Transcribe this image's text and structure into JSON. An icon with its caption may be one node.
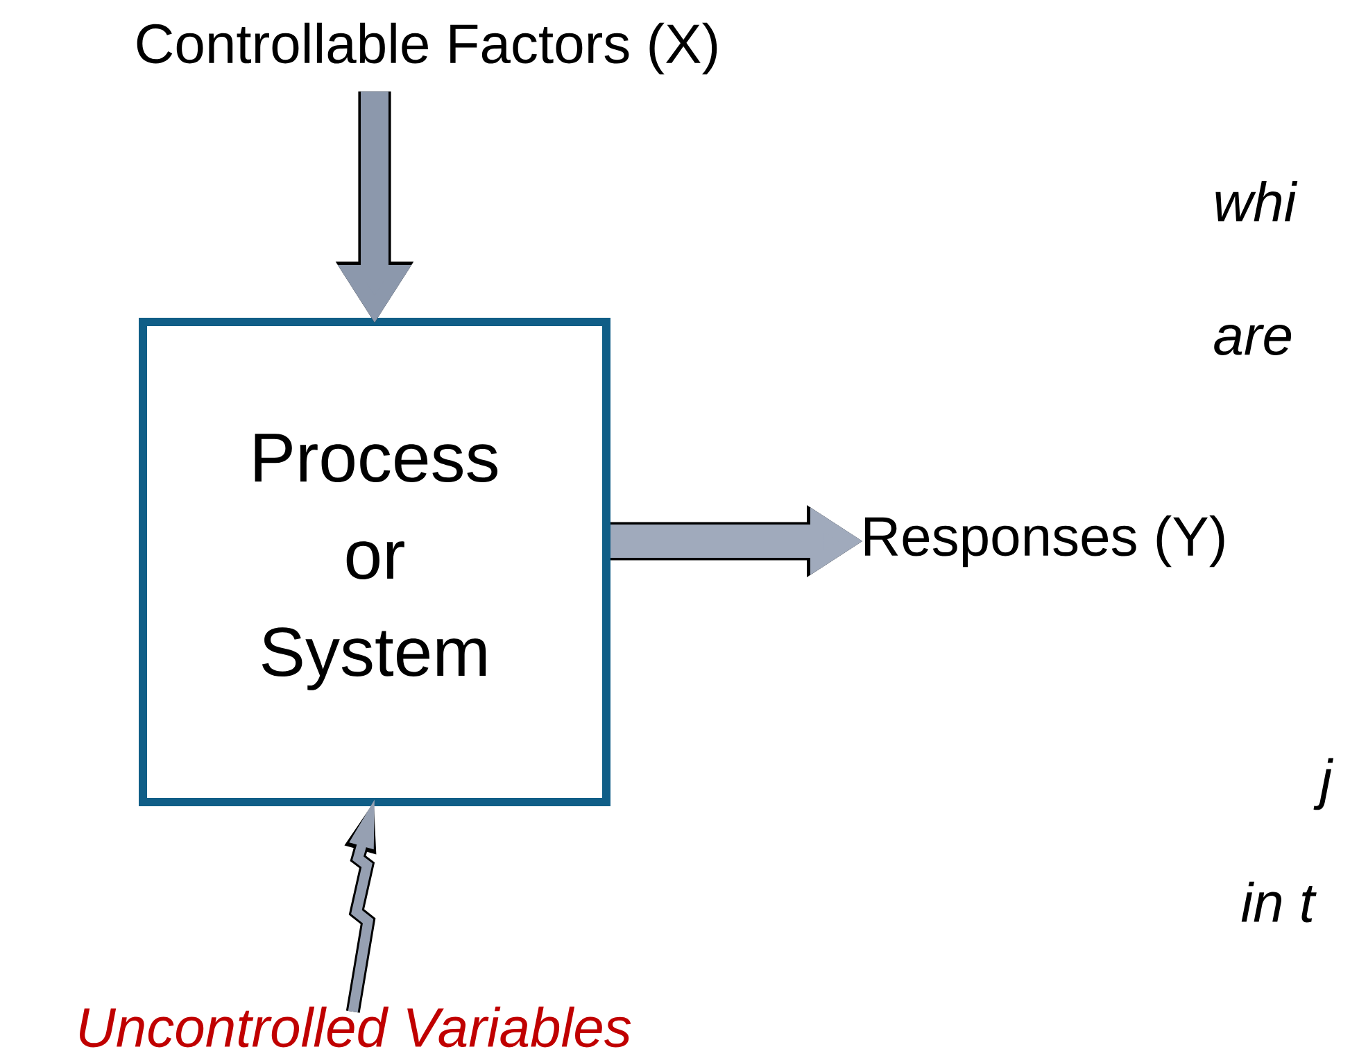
{
  "diagram": {
    "nodes": [
      {
        "text": [
          "Controllable Factors (X)"
        ]
      },
      {
        "text": [
          "Process or System"
        ]
      },
      {
        "text": [
          "Responses (Y)"
        ]
      },
      {
        "text": [
          "Uncontrolled Variables"
        ]
      }
    ],
    "edges": [
      {
        "from": 0,
        "to": 1,
        "arrow": "to"
      },
      {
        "from": 1,
        "to": 2,
        "arrow": "to"
      },
      {
        "from": 3,
        "to": 1,
        "arrow": "to"
      }
    ],
    "labels": [
      "whi",
      "are",
      "j",
      "in t"
    ]
  }
}
